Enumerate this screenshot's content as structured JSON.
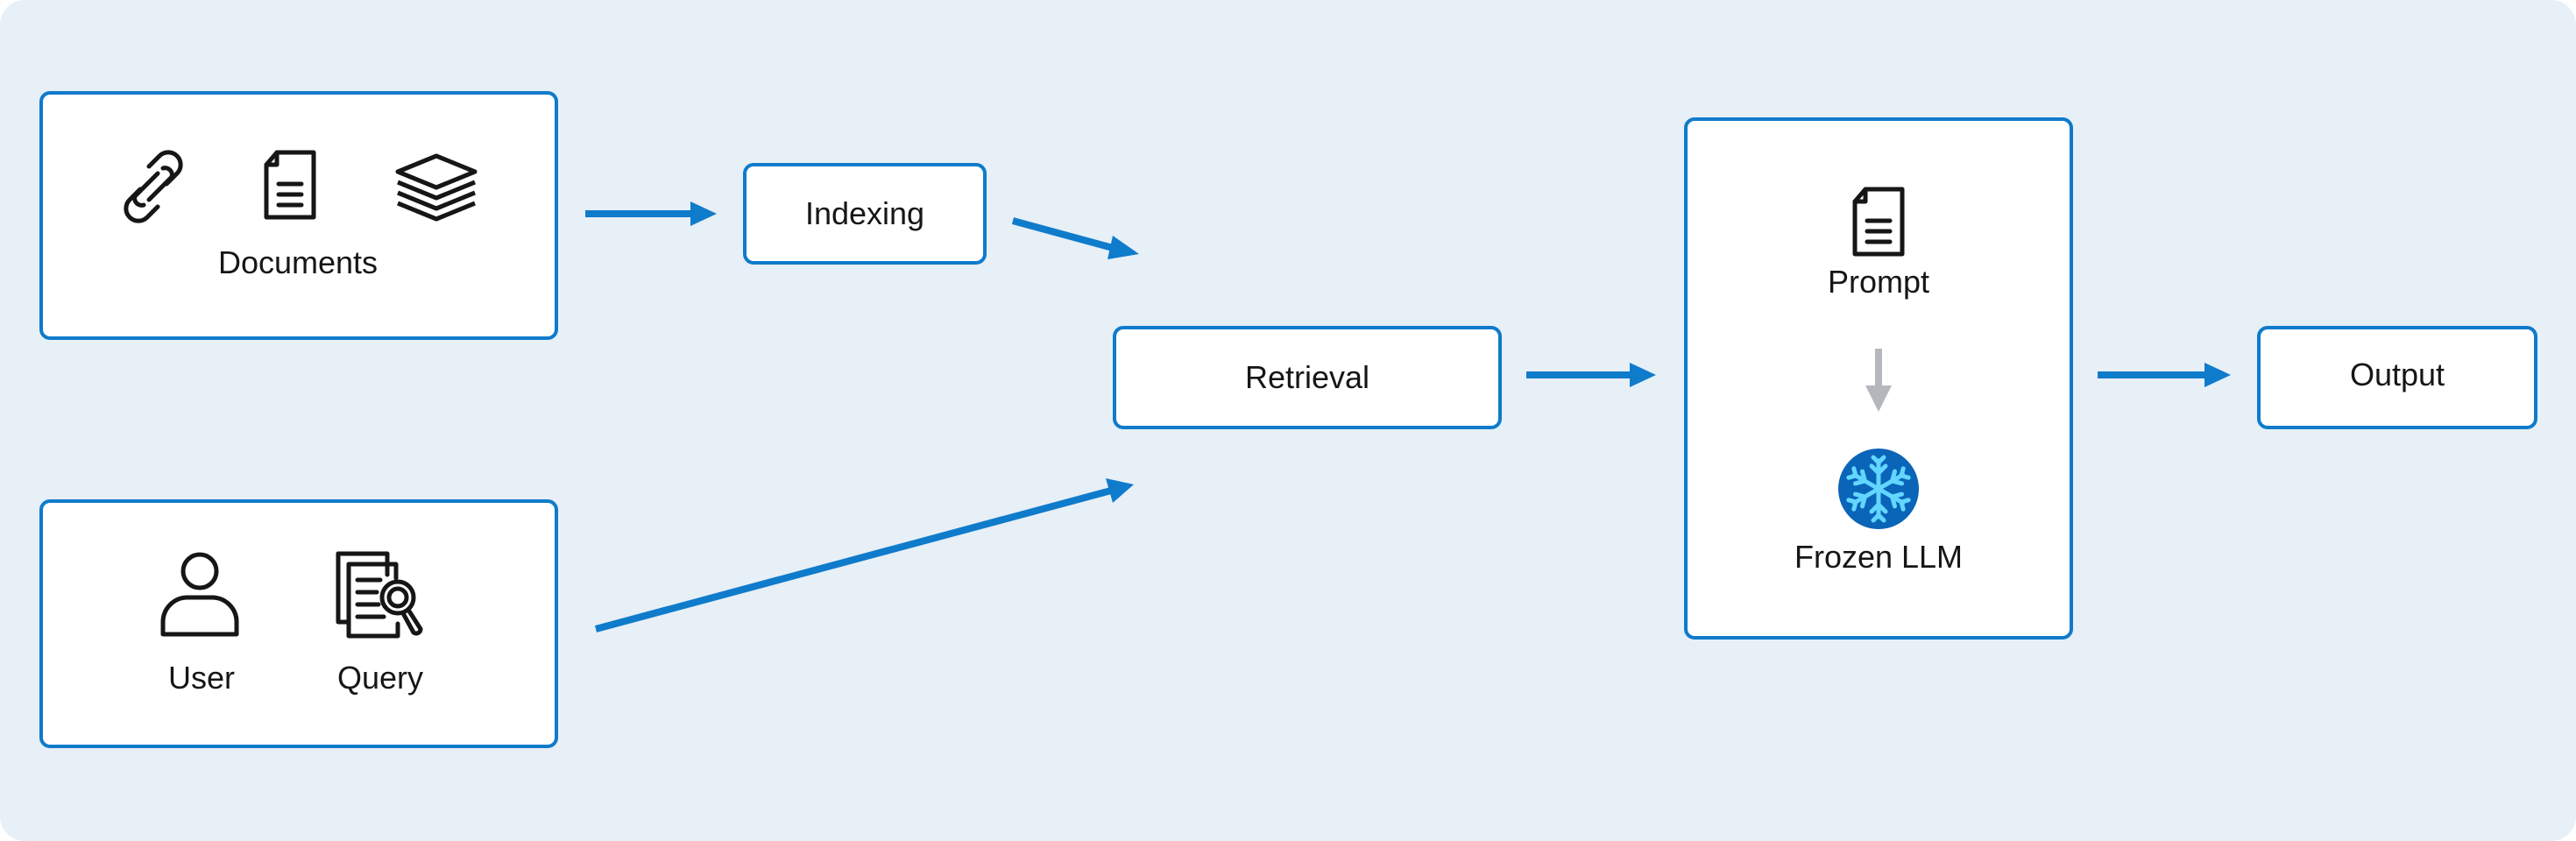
{
  "documents": {
    "label": "Documents",
    "icons": [
      "link-icon",
      "document-icon",
      "layers-icon"
    ]
  },
  "user_query": {
    "user_label": "User",
    "query_label": "Query",
    "icons": [
      "user-icon",
      "query-search-icon"
    ]
  },
  "indexing": {
    "label": "Indexing"
  },
  "retrieval": {
    "label": "Retrieval"
  },
  "llm_panel": {
    "prompt_label": "Prompt",
    "llm_label": "Frozen LLM",
    "icons": [
      "prompt-document-icon",
      "snowflake-icon"
    ]
  },
  "output": {
    "label": "Output"
  },
  "colors": {
    "background": "#e7eff7",
    "accent": "#0f7bcb",
    "box_fill": "#ffffff",
    "grey_arrow": "#b4b8bd",
    "snowflake_disc": "#0a64b8",
    "snowflake_glyph": "#62d6ff"
  }
}
